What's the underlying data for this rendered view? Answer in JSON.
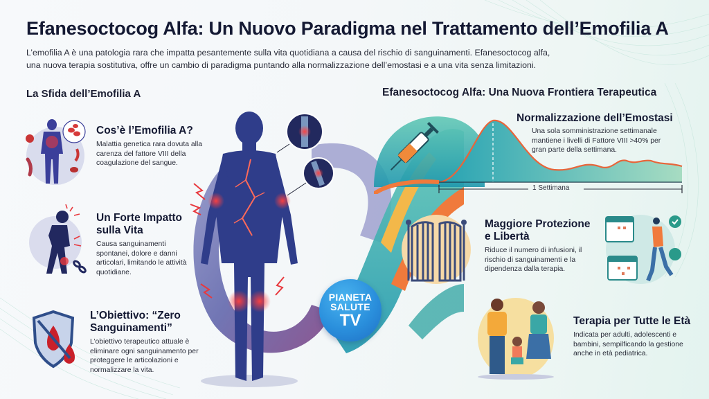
{
  "header": {
    "title": "Efanesoctocog Alfa: Un Nuovo Paradigma nel Trattamento dell’Emofilia A",
    "intro": "L’emofilia A è una patologia rara che impatta pesantemente sulla vita quotidiana a causa del rischio di sanguinamenti. Efanesoctocog alfa, una nuova terapia sostitutiva, offre un cambio di paradigma puntando alla normalizzazione dell’emostasi e a una vita senza limitazioni."
  },
  "left_section": {
    "heading": "La Sfida dell’Emofilia A",
    "cards": [
      {
        "title": "Cos’è l’Emofilia A?",
        "text": "Malattia genetica rara dovuta alla carenza del fattore VIII della coagulazione del sangue.",
        "icon": "body-blood-cells-icon"
      },
      {
        "title": "Un Forte Impatto sulla Vita",
        "text": "Causa sanguinamenti spontanei, dolore e danni articolari, limitando le attività quotidiane.",
        "icon": "person-pain-chain-icon"
      },
      {
        "title": "L’Obiettivo: “Zero Sanguinamenti”",
        "text": "L’obiettivo terapeutico attuale è eliminare ogni sanguinamento per proteggere le articolazioni e normalizzare la vita.",
        "icon": "shield-no-blood-icon"
      }
    ]
  },
  "right_section": {
    "heading": "Efanesoctocog Alfa: Una Nuova Frontiera Terapeutica",
    "cards": [
      {
        "title": "Normalizzazione dell’Emostasi",
        "text": "Una sola somministrazione settimanale mantiene i livelli di Fattore VIII >40% per gran parte della settimana.",
        "icon": "syringe-icon",
        "timeline_label": "1 Settimana"
      },
      {
        "title": "Maggiore Protezione e Libertà",
        "text": "Riduce il numero di infusioni, il rischio di sanguinamenti e la dipendenza dalla terapia.",
        "icon": "open-gate-icon",
        "icon2": "calendar-runner-icon"
      },
      {
        "title": "Terapia per Tutte le Età",
        "text": "Indicata per adulti, adolescenti e bambini, sempilficando la gestione anche in età pediatrica.",
        "icon": "family-icon"
      }
    ]
  },
  "logo": {
    "line1": "PIANETA",
    "line2": "SALUTE",
    "line3": "TV"
  },
  "colors": {
    "title": "#141933",
    "body_figure": "#2f3d8a",
    "pain_red": "#e8383d",
    "teal": "#2aa6a8",
    "orange": "#f07a3c",
    "yellow": "#f3b84a",
    "logo_blue": "#2a8fdc"
  }
}
